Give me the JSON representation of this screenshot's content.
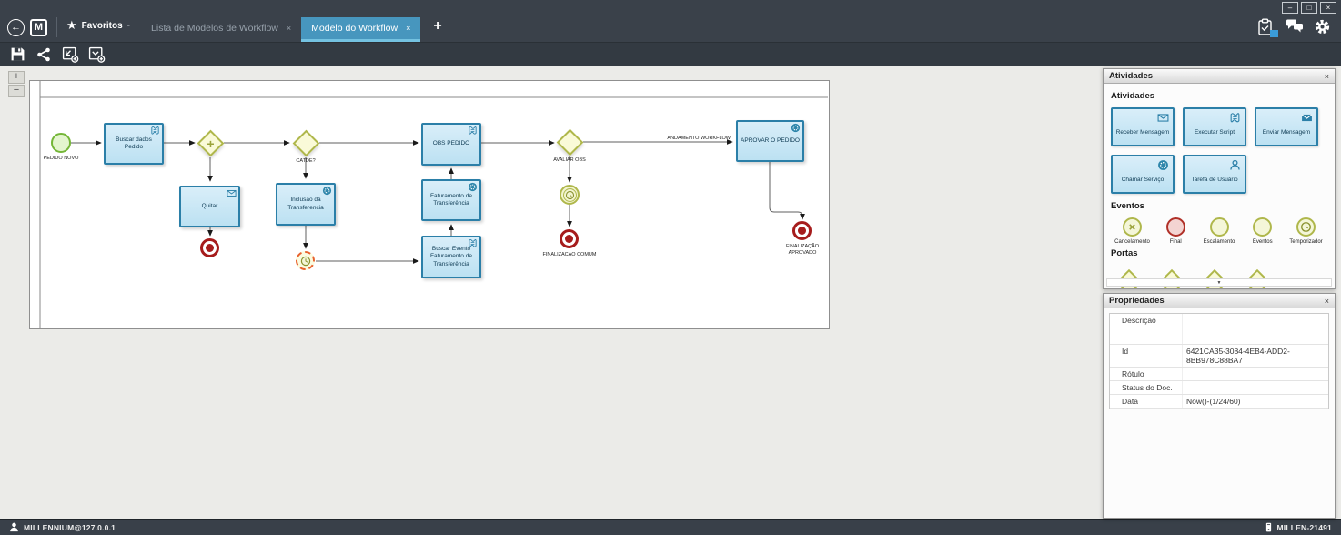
{
  "glyphs": {
    "close": "×",
    "plus": "+",
    "minus": "−",
    "star": "★",
    "caret_down": "▼",
    "back": "←",
    "win_min": "–",
    "win_max": "□",
    "win_close": "×",
    "exclaim": "!"
  },
  "header": {
    "logo": "M",
    "favorites_label": "Favoritos",
    "favorites_caret": "-",
    "tabs": [
      {
        "label": "Lista de Modelos de Workflow",
        "active": false
      },
      {
        "label": "Modelo do Workflow",
        "active": true
      }
    ],
    "new_tab_label": "+"
  },
  "palette": {
    "title": "Atividades",
    "sections": [
      {
        "title": "Atividades",
        "items": [
          "Receber Mensagem",
          "Executar Script",
          "Enviar Mensagem",
          "Chamar Serviço",
          "Tarefa de Usuário"
        ]
      },
      {
        "title": "Eventos",
        "items": [
          "Cancelamento",
          "Final",
          "Escalamento",
          "Eventos",
          "Temporizador"
        ]
      },
      {
        "title": "Portas",
        "items": []
      }
    ]
  },
  "properties": {
    "title": "Propriedades",
    "rows": [
      {
        "label": "Descrição",
        "value": ""
      },
      {
        "label": "Id",
        "value": "6421CA35-3084-4EB4-ADD2-8BB978C88BA7"
      },
      {
        "label": "Rótulo",
        "value": ""
      },
      {
        "label": "Status do Doc.",
        "value": ""
      },
      {
        "label": "Data",
        "value": "Now()-(1/24/60)"
      }
    ]
  },
  "diagram": {
    "nodes": {
      "start": "PEDIDO NOVO",
      "task_buscar_dados": "Buscar dados Pedido",
      "task_quitar": "Quitar",
      "gw_catde": "CATDE?",
      "task_inclusao": "Inclusão da Transferencia",
      "task_obs": "OBS PEDIDO",
      "task_faturamento": "Faturamento de Transferência",
      "task_buscar_evento": "Buscar Evento Faturamento de Transferência",
      "gw_avaliar": "AVALIAR OBS",
      "end_comum": "FINALIZACAO COMUM",
      "task_aprovar": "APROVAR O PEDIDO",
      "end_aprovado": "FINALIZAÇÃO APROVADO"
    },
    "edge_labels": {
      "andamento": "ANDAMENTO WORKFLOW"
    }
  },
  "statusbar": {
    "left": "MILLENNIUM@127.0.0.1",
    "right": "MILLEN-21491"
  },
  "colors": {
    "titlebar": "#3A414A",
    "active_tab": "#4796BE",
    "task_fill": "#BCE1F2",
    "task_border": "#2B7FA8",
    "gateway_fill": "#FAFAD8",
    "gateway_border": "#AFB74B",
    "start_event": "#74B637",
    "end_event": "#A61C1C",
    "timer_boundary": "#E8622D"
  }
}
